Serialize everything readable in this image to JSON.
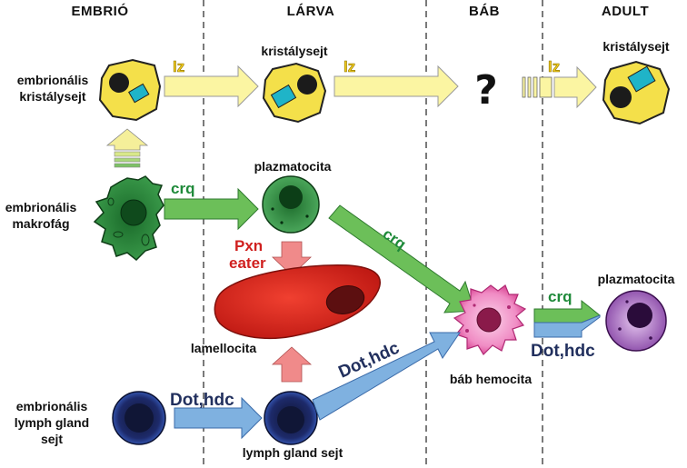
{
  "stages": {
    "embryo": "EMBRIÓ",
    "larva": "LÁRVA",
    "pupa": "BÁB",
    "adult": "ADULT"
  },
  "labels": {
    "embryonic_crystal_cell_line1": "embrionális",
    "embryonic_crystal_cell_line2": "kristálysejt",
    "larval_crystal_cell": "kristálysejt",
    "adult_crystal_cell": "kristálysejt",
    "embryonic_macrophage_line1": "embrionális",
    "embryonic_macrophage_line2": "makrofág",
    "larval_plasmatocyte": "plazmatocita",
    "adult_plasmatocyte": "plazmatocita",
    "lamellocyte": "lamellocita",
    "pupal_hemocyte": "báb hemocita",
    "embryonic_lymph_line1": "embrionális",
    "embryonic_lymph_line2": "lymph gland",
    "embryonic_lymph_line3": "sejt",
    "larval_lymph_gland_cell": "lymph gland sejt",
    "unknown": "?"
  },
  "genes": {
    "lz_1": "lz",
    "lz_2": "lz",
    "lz_3": "lz",
    "crq_1": "crq",
    "crq_2": "crq",
    "crq_3": "crq",
    "pxn": "Pxn",
    "eater": "eater",
    "dot_hdc_1": "Dot,hdc",
    "dot_hdc_2": "Dot,hdc",
    "dot_hdc_3": "Dot,hdc"
  },
  "colors": {
    "crystal_fill": "#f4e04a",
    "crystal_inclusion": "#1fb4c8",
    "arrow_yellow": "#fbf5a2",
    "arrow_green": "#6cbf59",
    "arrow_red": "#f08a8a",
    "arrow_blue": "#7fb1e0",
    "plasmatocyte_green": "#3f9a4b",
    "lamellocyte_red": "#d9231c",
    "pupal_pink": "#e14c9a",
    "adult_purple": "#8b4aa6",
    "lymph_blue": "#2a3a8a"
  }
}
